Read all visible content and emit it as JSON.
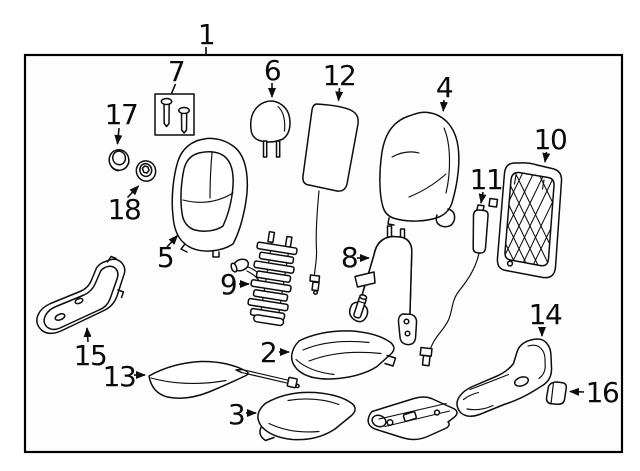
{
  "diagram": {
    "callouts": {
      "1": "1",
      "2": "2",
      "3": "3",
      "4": "4",
      "5": "5",
      "6": "6",
      "7": "7",
      "8": "8",
      "9": "9",
      "10": "10",
      "11": "11",
      "12": "12",
      "13": "13",
      "14": "14",
      "15": "15",
      "16": "16",
      "17": "17",
      "18": "18"
    },
    "colors": {
      "background": "#ffffff",
      "line": "#0d0d0d",
      "label_text": "#0a0a0a",
      "boundary_fill": "#fdfdfd"
    }
  }
}
